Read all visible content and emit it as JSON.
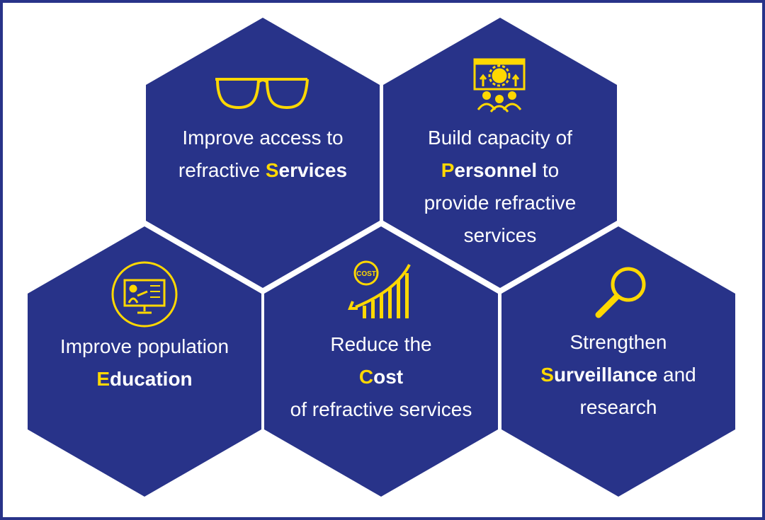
{
  "colors": {
    "hex_fill": "#283389",
    "accent": "#ffd800",
    "text": "#ffffff"
  },
  "cells": [
    {
      "id": "services",
      "icon": "glasses-icon",
      "lines": [
        {
          "pre": "Improve access to"
        },
        {
          "pre": "refractive ",
          "key_initial": "S",
          "key_rest": "ervices"
        }
      ]
    },
    {
      "id": "personnel",
      "icon": "training-presentation-icon",
      "lines": [
        {
          "pre": "Build capacity of"
        },
        {
          "key_initial": "P",
          "key_rest": "ersonnel",
          "post": " to"
        },
        {
          "pre": "provide refractive"
        },
        {
          "pre": "services"
        }
      ]
    },
    {
      "id": "education",
      "icon": "online-teaching-monitor-icon",
      "lines": [
        {
          "pre": "Improve population"
        },
        {
          "key_initial": "E",
          "key_rest": "ducation"
        }
      ]
    },
    {
      "id": "cost",
      "icon": "cost-reduction-chart-icon",
      "icon_label": "COST",
      "lines": [
        {
          "pre": "Reduce the"
        },
        {
          "key_initial": "C",
          "key_rest": "ost"
        },
        {
          "pre": "of refractive services"
        }
      ]
    },
    {
      "id": "surveillance",
      "icon": "magnifying-glass-icon",
      "lines": [
        {
          "pre": "Strengthen"
        },
        {
          "key_initial": "S",
          "key_rest": "urveillance",
          "post": " and"
        },
        {
          "pre": "research"
        }
      ]
    }
  ]
}
